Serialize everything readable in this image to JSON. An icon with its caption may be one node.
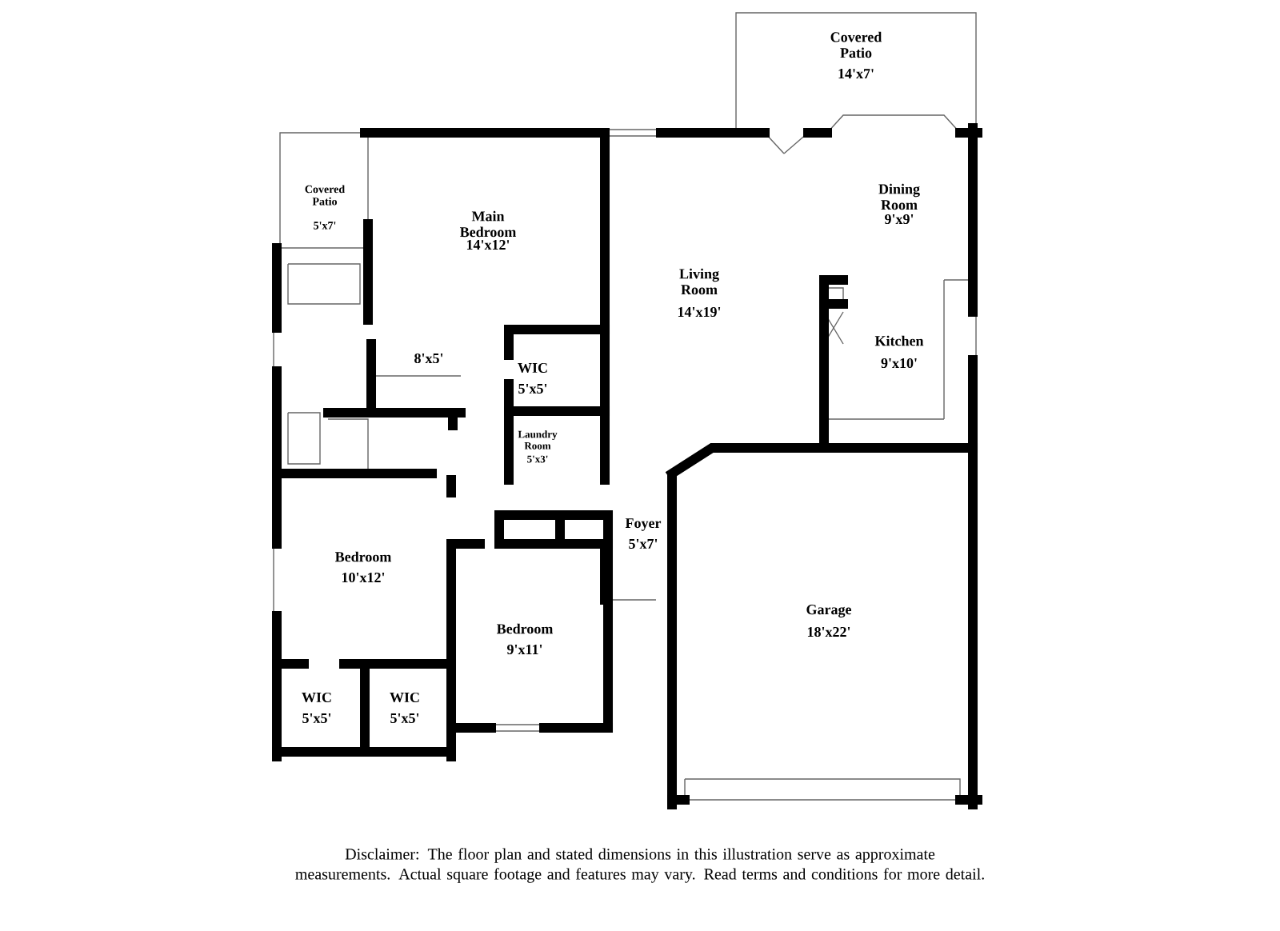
{
  "diagram": {
    "caption": "Disclaimer: The floor plan and stated dimensions in this illustration serve as approximate measurements. Actual square footage and features may vary. Read terms and conditions for more detail.",
    "labels": [
      "Covered Patio",
      "14'x7'",
      "Covered Patio",
      "5'x7'",
      "Main Bedroom",
      "14'x12'",
      "Dining Room",
      "9'x9'",
      "Living Room",
      "14'x19'",
      "Kitchen",
      "9'x10'",
      "8'x5'",
      "WIC",
      "5'x5'",
      "Laundry Room",
      "5'x3'",
      "Foyer",
      "5'x7'",
      "Bedroom",
      "10'x12'",
      "Bedroom",
      "9'x11'",
      "Garage",
      "18'x22'",
      "WIC",
      "5'x5'",
      "WIC",
      "5'x5'"
    ]
  }
}
